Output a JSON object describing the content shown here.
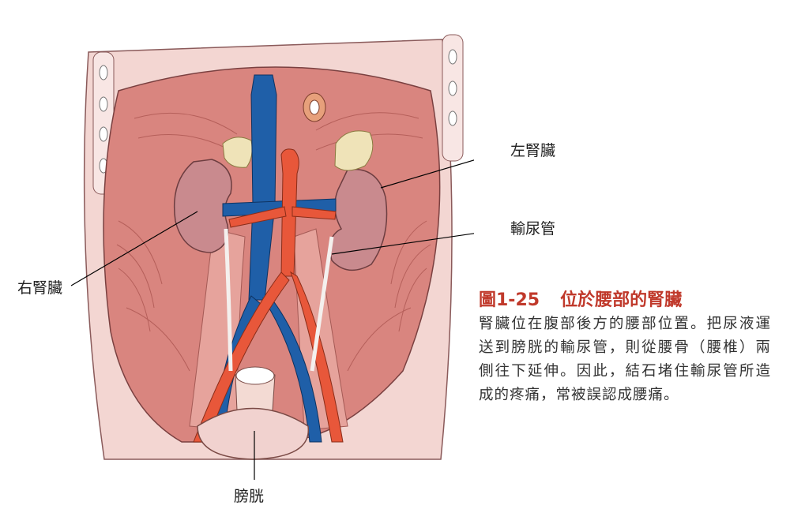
{
  "labels": {
    "left_kidney": "左腎臟",
    "ureter": "輸尿管",
    "right_kidney": "右腎臟",
    "bladder": "膀胱"
  },
  "figure": {
    "number": "圖1-25",
    "title": "位於腰部的腎臟",
    "caption": "腎臟位在腹部後方的腰部位置。把尿液運送到膀胱的輸尿管，則從腰骨（腰椎）兩側往下延伸。因此，結石堵住輸尿管所造成的疼痛，常被誤認成腰痛。"
  },
  "colors": {
    "title": "#c0392b",
    "vein": "#1f5fa8",
    "artery": "#e8573a",
    "muscle": "#d9857f",
    "kidney": "#c98a8e",
    "adrenal": "#efe3b8"
  }
}
